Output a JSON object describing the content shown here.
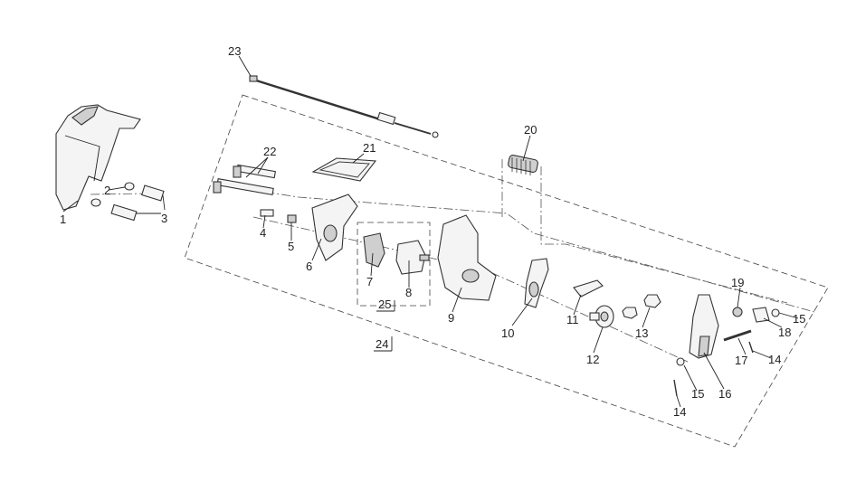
{
  "callouts": {
    "c1": "1",
    "c2": "2",
    "c3": "3",
    "c4": "4",
    "c5": "5",
    "c6": "6",
    "c7": "7",
    "c8": "8",
    "c9": "9",
    "c10": "10",
    "c11": "11",
    "c12": "12",
    "c13": "13",
    "c14a": "14",
    "c14b": "14",
    "c15a": "15",
    "c15b": "15",
    "c16": "16",
    "c17": "17",
    "c18": "18",
    "c19": "19",
    "c20": "20",
    "c21": "21",
    "c22": "22",
    "c23": "23",
    "c24": "24",
    "c25": "25"
  }
}
